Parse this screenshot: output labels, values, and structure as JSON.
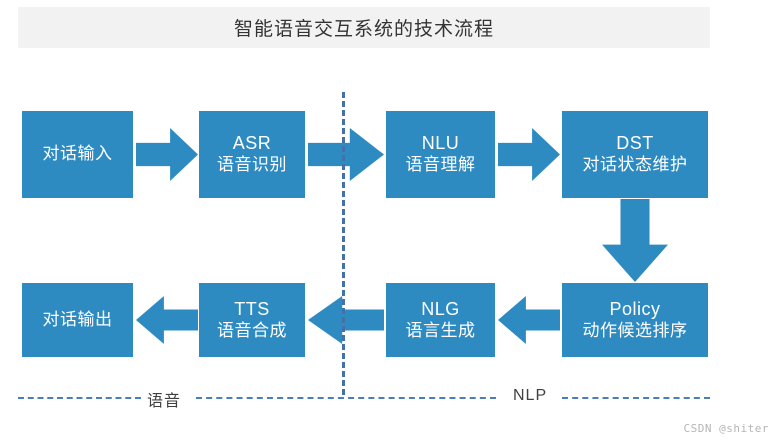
{
  "title": {
    "text": "智能语音交互系统的技术流程"
  },
  "colors": {
    "box_blue": "#2E8BC2",
    "arrow_blue": "#2E8BC2",
    "title_band": "#f2f2f2",
    "divider_blue": "#4472a8",
    "watermark_gray": "#b5b5b5"
  },
  "flow": {
    "row1": [
      {
        "en": "",
        "cn": "对话输入"
      },
      {
        "en": "ASR",
        "cn": "语音识别"
      },
      {
        "en": "NLU",
        "cn": "语音理解"
      },
      {
        "en": "DST",
        "cn": "对话状态维护"
      }
    ],
    "row2": [
      {
        "en": "",
        "cn": "对话输出"
      },
      {
        "en": "TTS",
        "cn": "语音合成"
      },
      {
        "en": "NLG",
        "cn": "语言生成"
      },
      {
        "en": "Policy",
        "cn": "动作候选排序"
      }
    ]
  },
  "separators": {
    "left_label": "语音",
    "right_label": "NLP"
  },
  "watermark": {
    "text": "CSDN @shiter"
  }
}
